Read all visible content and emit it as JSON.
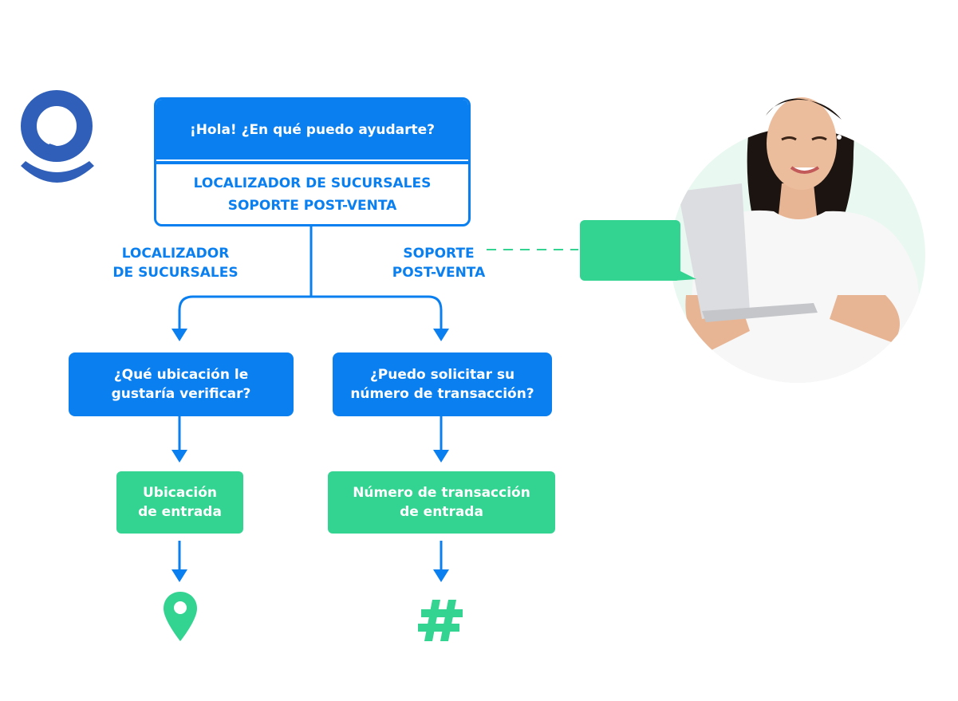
{
  "root": {
    "greeting": "¡Hola! ¿En qué puedo ayudarte?",
    "options": [
      "LOCALIZADOR DE SUCURSALES",
      "SOPORTE POST-VENTA"
    ]
  },
  "branches": {
    "left": {
      "label_line1": "LOCALIZADOR",
      "label_line2": "DE SUCURSALES",
      "question_line1": "¿Qué ubicación le",
      "question_line2": "gustaría verificar?",
      "input_line1": "Ubicación",
      "input_line2": "de entrada",
      "end_icon": "map-pin-icon"
    },
    "right": {
      "label_line1": "SOPORTE",
      "label_line2": "POST-VENTA",
      "question_line1": "¿Puedo solicitar su",
      "question_line2": "número de transacción?",
      "input_line1": "Número de transacción",
      "input_line2": "de entrada",
      "end_icon": "hashtag-icon"
    }
  },
  "colors": {
    "blue": "#0a7ff0",
    "green": "#33d391",
    "logo": "#2f5fb8"
  }
}
